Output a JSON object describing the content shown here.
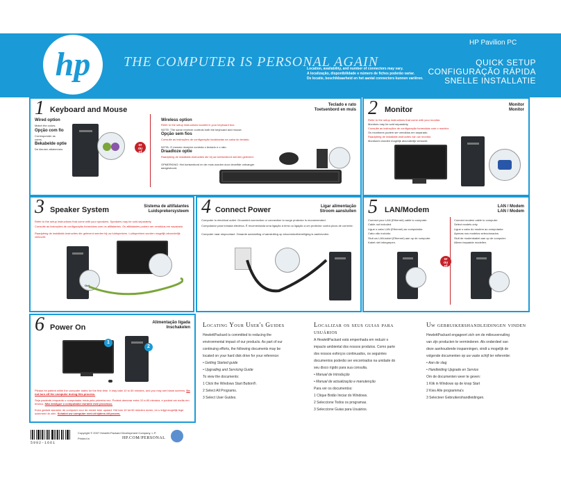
{
  "header": {
    "logo_text": "hp",
    "tagline": "THE COMPUTER IS PERSONAL AGAIN",
    "product": "HP Pavilion PC",
    "quick_setup": [
      "QUICK SETUP",
      "CONFIGURAÇÃO RÁPIDA",
      "SNELLE INSTALLATIE"
    ],
    "note": [
      "Location, availability, and number of connectors may vary.",
      "A localização, disponibilidade e número de fiches poderão variar.",
      "De locatie, beschikbaarheid en het aantal connectors kunnen variëren."
    ]
  },
  "or_label": [
    "or",
    "ou",
    "of"
  ],
  "steps": {
    "s1": {
      "num": "1",
      "title": "Keyboard and Mouse",
      "right_title": [
        "Teclado e rato",
        "Toetsenbord en muis"
      ],
      "wired_title": "Wired option",
      "wired_text": "Match the colors.",
      "wired_pt_title": "Opção com fio",
      "wired_pt_text": "Corresponder as cores.",
      "wired_nl_title": "Bekabelde optie",
      "wired_nl_text": "De kleuren afstemmen.",
      "wireless_title": "Wireless option",
      "wireless_text": "Refer to the setup instructions located in your keyboard box.",
      "note1": "NOTE: The same receiver controls both the keyboard and mouse.",
      "wireless_pt_title": "Opção sem fios",
      "wireless_pt_text": "Consulte as instruções de configuração localizadas na caixa do teclado.",
      "note2": "NOTA: O mesmo receptor controla o teclado e o rato.",
      "wireless_nl_title": "Draadloze optie",
      "wireless_nl_text": "Raadpleeg de installatie-instructies die bij uw toetsenbord werden geleverd.",
      "note3": "OPMERKING: Het toetsenbord en de muis worden door dezelfde ontvanger aangestuurd."
    },
    "s2": {
      "num": "2",
      "title": "Monitor",
      "right_title": [
        "Monitor",
        "Monitor"
      ],
      "text": [
        "Refer to the setup instructions that come with your monitor.",
        "Monitors may be sold separately.",
        "Consulte as instruções de configuração fornecidas com o monitor.",
        "Os monitores podem ser vendidos em separado.",
        "Raadpleeg de installatie-instructies van uw monitor.",
        "Monitoren worden mogelijk afzonderlijk verkocht."
      ]
    },
    "s3": {
      "num": "3",
      "title": "Speaker System",
      "right_title": [
        "Sistema de altifalantes",
        "Luidsprekersysteem"
      ],
      "text": [
        "Refer to the setup instructions that come with your speakers. Speakers may be sold separately.",
        "Consulte as instruções de configuração fornecidas com os altifalantes. Os altifalantes podem ser vendidos em separado.",
        "Raadpleeg de installatie-instructies die geleverd werden bij uw luidsprekers. Luidsprekers worden mogelijk afzonderlijk verkocht."
      ],
      "out_label": "Out"
    },
    "s4": {
      "num": "4",
      "title": "Connect Power",
      "right_title": [
        "Ligar alimentação",
        "Stroom aansluiten"
      ],
      "text": [
        "Computer to electrical outlet. Grounded connection or connection to surge protector is recommended.",
        "Computador para tomada eléctrica. É recomendada uma ligação à terra ou ligação a um protector contra picos de corrente.",
        "Computer naar stopcontact. Geaarde aansluiting of aansluiting op stroomstootbeveiliging is aanbevolen."
      ]
    },
    "s5": {
      "num": "5",
      "title": "LAN/Modem",
      "right_title": [
        "LAN / Modem",
        "LAN / Modem"
      ],
      "left_text": [
        "Connect your LAN (Ethernet) cable to computer.",
        "Cable not included.",
        "Ligue o cabo LAN (Ethernet) ao computador.",
        "Cabo não incluído.",
        "Sluit uw LAN-kabel (Ethernet) aan op de computer.",
        "Kabel niet inbegrepen."
      ],
      "right_text": [
        "Connect modem cable to computer.",
        "Select models only.",
        "Ligue o cabo do modem ao computador.",
        "Apenas nos modelos seleccionados.",
        "Sluit de modemkabel aan op de computer.",
        "Alleen bepaalde modellen."
      ]
    },
    "s6": {
      "num": "6",
      "title": "Power On",
      "right_title": [
        "Alimentação ligada",
        "Inschakelen"
      ],
      "callout1": "1",
      "callout2": "2",
      "text_en": "Please be patient while the computer starts for the first time. It may take 10 to 60 minutes, and you may see blank screens.",
      "warn_en": "Do not turn off the computer during this process.",
      "text_pt": "Seja paciente enquanto o computador inicia pela primeira vez. Poderá demorar entre 10 a 60 minutos, e poderá ver ecrãs em branco.",
      "warn_pt": "Não desligue o computador durante este processo.",
      "text_nl": "Even geduld wanneer de computer voor de eerste keer opstart. Het kan 10 tot 60 minuten duren, en u krijgt mogelijk lege schermen te zien.",
      "warn_nl": "Schakel uw computer niet uit tijdens dit proces."
    }
  },
  "guides": {
    "en": {
      "title": "Locating Your User's Guides",
      "lines": [
        "HewlettPackard is committed to reducing the",
        "environmental impact of our products. As part of our",
        "continuing efforts, the following documents may be",
        "located on your hard disk drive for your reference:",
        "• Getting Started guide",
        "• Upgrading and Servicing Guide",
        "To view the documents:",
        "1 Click the Windows Start Button®.",
        "2 Select All Programs.",
        "3 Select User Guides."
      ]
    },
    "pt": {
      "title": "Localizar os seus guias para usuários",
      "lines": [
        "A HewlettPackard está empenhada em reduzir o",
        "impacto ambiental dos nossos produtos. Como parte",
        "dos nossos esforços continuados, os seguintes",
        "documentos poderão ser encontrados na unidade do",
        "seu disco rígido para sua consulta.",
        "• Manual de Introdução",
        "• Manual de actualização e manutenção",
        "Para ver os documentos:",
        "1 Clique Botão Iniciar do Windows.",
        "2 Seleccione Todos os programas.",
        "3 Seleccione Guias para Usuários."
      ]
    },
    "nl": {
      "title": "Uw gebruikershandleidingen vinden",
      "lines": [
        "HewlettPackard engageert zich om de milieuvervuiling",
        "van zijn producten te verminderen. Als onderdeel van",
        "deze aanhoudende inspanningen, vindt u mogelijk de",
        "volgende documenten op uw vaste schijf ter referentie:",
        "• Aan de slag",
        "• Handleiding Upgrade en Service",
        "Om de documenten weer te geven:",
        "1 Klik in Windows op de knop Start",
        "2 Kies Alle programma's",
        "3 Selecteer Gebruikershandleidingen."
      ]
    }
  },
  "footer": {
    "barcode_number": "5992-1661",
    "copyright": "Copyright © 2007 Hewlett-Packard Development Company, L.P.",
    "printed": "Printed in",
    "url": "HP.COM/PERSONAL"
  },
  "colors": {
    "hp_blue": "#1a9ad6",
    "red": "#c62128",
    "text": "#222222"
  }
}
